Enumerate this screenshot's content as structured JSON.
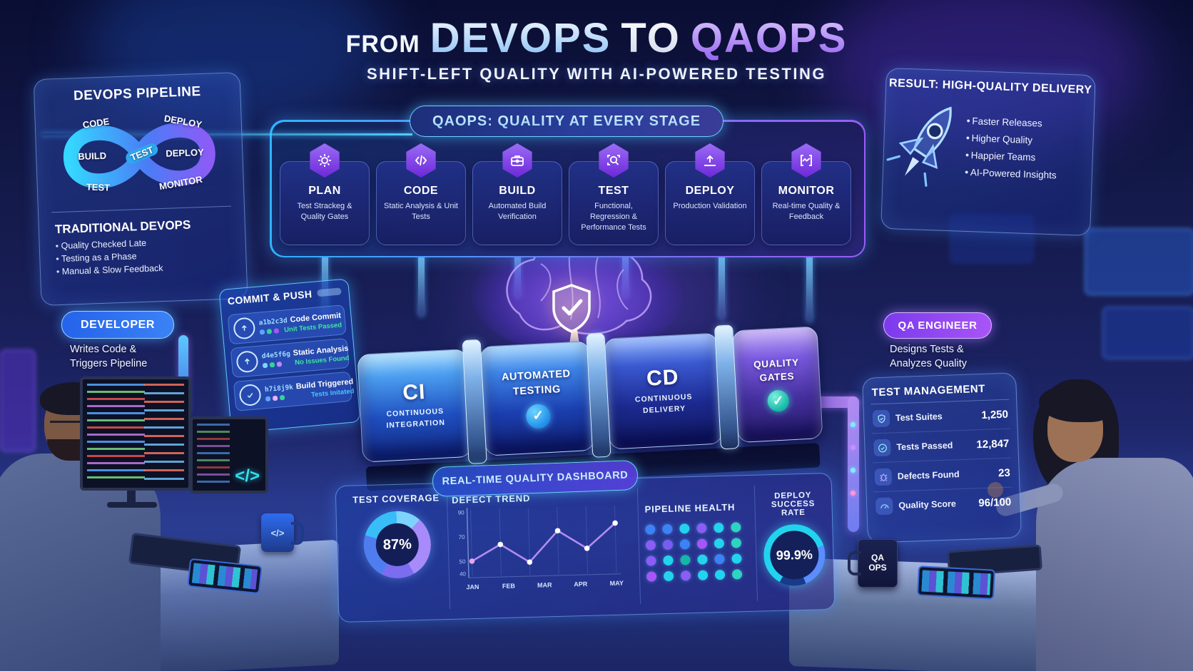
{
  "title": {
    "prefix": "FROM",
    "part1": "DEVOPS",
    "part2": "TO",
    "part3": "QAOPS",
    "subtitle": "SHIFT-LEFT QUALITY WITH AI-POWERED TESTING"
  },
  "colors": {
    "accent_cyan": "#35d6ff",
    "accent_blue": "#3b82f6",
    "accent_purple": "#8b5cf6",
    "status_green": "#3ee6a0",
    "status_blue": "#49c7ff"
  },
  "devops_panel": {
    "title": "DEVOPS PIPELINE",
    "loop": {
      "code": "CODE",
      "build": "BUILD",
      "test_left": "TEST",
      "test_center": "TEST",
      "deploy_top": "DEPLOY",
      "deploy_right": "DEPLOY",
      "monitor": "MONITOR"
    },
    "traditional": {
      "title": "TRADITIONAL DEVOPS",
      "bullets": [
        "Quality Checked Late",
        "Testing as a Phase",
        "Manual & Slow Feedback"
      ]
    }
  },
  "qaops": {
    "header": "QAOPS: QUALITY AT EVERY STAGE",
    "stages": [
      {
        "icon": "strategy-gear",
        "title": "PLAN",
        "desc": "Test Strackeg & Quality Gates"
      },
      {
        "icon": "code-branch",
        "title": "CODE",
        "desc": "Static Analysis & Unit Tests"
      },
      {
        "icon": "toolbox",
        "title": "BUILD",
        "desc": "Automated Build Verification"
      },
      {
        "icon": "magnifier-frame",
        "title": "TEST",
        "desc": "Functional, Regression & Performance Tests"
      },
      {
        "icon": "upload-deploy",
        "title": "DEPLOY",
        "desc": "Production Validation"
      },
      {
        "icon": "brackets-monitor",
        "title": "MONITOR",
        "desc": "Real-time Quality & Feedback"
      }
    ]
  },
  "result_panel": {
    "title": "RESULT: HIGH-QUALITY DELIVERY",
    "icon": "rocket",
    "bullets": [
      "Faster Releases",
      "Higher Quality",
      "Happier Teams",
      "AI-Powered Insights"
    ]
  },
  "developer": {
    "badge": "DEVELOPER",
    "desc": "Writes Code &\nTriggers Pipeline"
  },
  "qa_engineer": {
    "badge": "QA ENGINEER",
    "desc": "Designs Tests &\nAnalyzes Quality"
  },
  "commit_panel": {
    "title": "COMMIT & PUSH",
    "rows": [
      {
        "hash": "a1b2c3d",
        "title": "Code Commit",
        "status": "Unit Tests Passed",
        "status_color": "#3ee6a0"
      },
      {
        "hash": "d4e5f6g",
        "title": "Static Analysis",
        "status": "No Issues Found",
        "status_color": "#3ee6a0"
      },
      {
        "hash": "h7i8j9k",
        "title": "Build Triggered",
        "status": "Tests Initated",
        "status_color": "#49c7ff"
      }
    ]
  },
  "pipeline": {
    "check_glyph": "✓",
    "segments": [
      {
        "big": "CI",
        "small": "CONTINUOUS\nINTEGRATION",
        "check": false
      },
      {
        "name": "AUTOMATED\nTESTING",
        "check": true
      },
      {
        "big": "CD",
        "small": "CONTINUOUS\nDELIVERY",
        "check": false
      },
      {
        "name": "QUALITY\nGATES",
        "check": true
      }
    ]
  },
  "test_management": {
    "title": "TEST MANAGEMENT",
    "rows": [
      {
        "icon": "shield-check",
        "label": "Test Suites",
        "value": "1,250"
      },
      {
        "icon": "check-circle",
        "label": "Tests Passed",
        "value": "12,847"
      },
      {
        "icon": "bug",
        "label": "Defects Found",
        "value": "23"
      },
      {
        "icon": "gauge",
        "label": "Quality Score",
        "value": "96/100"
      }
    ]
  },
  "dashboard": {
    "header": "REAL-TIME QUALITY DASHBOARD",
    "coverage": {
      "title": "TEST COVERAGE",
      "value": "87%"
    },
    "defect_trend": {
      "title": "DEFECT TREND"
    },
    "pipeline_health": {
      "title": "PIPELINE HEALTH"
    },
    "deploy": {
      "title": "DEPLOY SUCCESS RATE",
      "value": "99.9%"
    }
  },
  "desk_items": {
    "dev_monitor_symbol": "</>",
    "dev_mug_symbol": "</>",
    "qa_mug": "QA\nOPS"
  },
  "chart_data": [
    {
      "type": "pie",
      "variant": "donut",
      "title": "TEST COVERAGE",
      "center_label": "87%",
      "slices": [
        {
          "label": "covered",
          "value": 87
        },
        {
          "label": "uncovered",
          "value": 13
        }
      ]
    },
    {
      "type": "line",
      "title": "DEFECT TREND",
      "x": [
        "JAN",
        "FEB",
        "MAR",
        "APR",
        "MAY"
      ],
      "y_ticks": [
        90,
        70,
        50,
        40
      ],
      "values": [
        50,
        63,
        48,
        73,
        58,
        78
      ],
      "ylim": [
        40,
        90
      ],
      "line_color": "#b18cf0",
      "grid": true,
      "legend": false
    },
    {
      "type": "heatmap",
      "title": "PIPELINE HEALTH",
      "dot_colors": [
        [
          "#3b82f6",
          "#3b82f6",
          "#22d3ee",
          "#8b5cf6",
          "#22d3ee",
          "#2dd4bf"
        ],
        [
          "#8b5cf6",
          "#7c5cf0",
          "#3b82f6",
          "#a855f7",
          "#22d3ee",
          "#2dd4bf"
        ],
        [
          "#8b5cf6",
          "#22d3ee",
          "#14b8a6",
          "#22d3ee",
          "#3b82f6",
          "#22d3ee"
        ],
        [
          "#a855f7",
          "#22d3ee",
          "#8b5cf6",
          "#22d3ee",
          "#22d3ee",
          "#2dd4bf"
        ]
      ]
    },
    {
      "type": "gauge",
      "title": "DEPLOY SUCCESS RATE",
      "value": 99.9,
      "display": "99.9%"
    }
  ]
}
